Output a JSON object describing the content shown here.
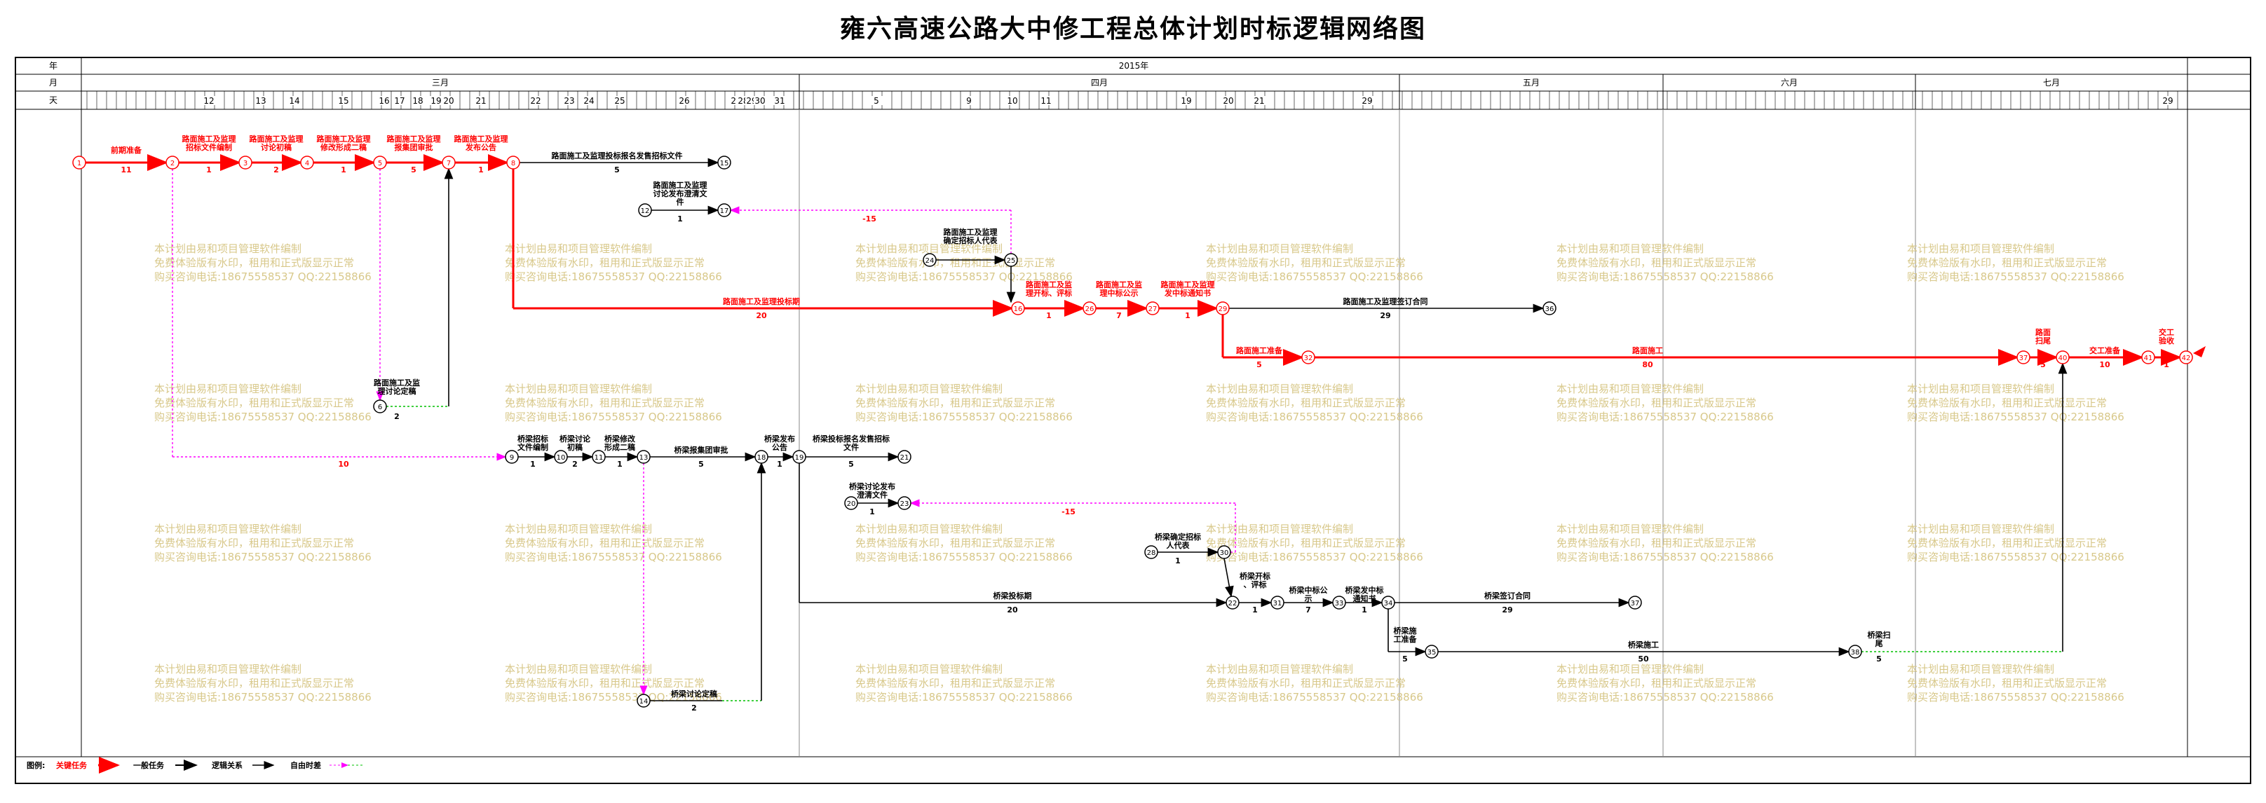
{
  "title": "雍六高速公路大中修工程总体计划时标逻辑网络图",
  "header": {
    "row_labels": [
      "年",
      "月",
      "天"
    ],
    "year": "2015年",
    "months": [
      "三月",
      "四月",
      "五月",
      "六月",
      "七月"
    ],
    "day_labels_major": [
      "12",
      "13",
      "14",
      "15",
      "16",
      "17",
      "18",
      "19",
      "20",
      "21",
      "22",
      "23",
      "24",
      "25",
      "26",
      "27",
      "28",
      "29",
      "30",
      "31",
      "5",
      "9",
      "10",
      "11",
      "19",
      "20",
      "21",
      "29",
      "29"
    ]
  },
  "legend": {
    "label": "图例:",
    "items": [
      "关键任务",
      "一般任务",
      "逻辑关系",
      "自由时差"
    ]
  },
  "watermark": [
    "本计划由易和项目管理软件编制",
    "免费体验版有水印，租用和正式版显示正常",
    "购买咨询电话:18675558537 QQ:22158866"
  ],
  "colors": {
    "critical": "#ff0000",
    "normal": "#000000",
    "logic": "#000000",
    "float_pink": "#ff00ff",
    "float_green": "#00c000"
  },
  "tasks": {
    "t1": {
      "name": "前期准备",
      "dur": "11"
    },
    "t2": {
      "name": "路面施工及监理招标文件编制",
      "dur": "1"
    },
    "t3": {
      "name": "路面施工及监理讨论初稿",
      "dur": "2"
    },
    "t4": {
      "name": "路面施工及监理修改形成二稿",
      "dur": "1"
    },
    "t5": {
      "name": "路面施工及监理报集团审批",
      "dur": "5"
    },
    "t6": {
      "name": "路面施工及监理发布公告",
      "dur": "1"
    },
    "t7": {
      "name": "路面施工及监理投标报名发售招标文件",
      "dur": "5"
    },
    "t8": {
      "name": "路面施工及监理讨论定稿",
      "dur": "2"
    },
    "t9": {
      "name": "路面施工及监理讨论发布澄清文件",
      "dur": "1"
    },
    "t10": {
      "name": "路面施工及监理确定招标人代表",
      "dur": ""
    },
    "t11": {
      "name": "路面施工及监理投标期",
      "dur": "20"
    },
    "t12": {
      "name": "路面施工及监理开标、评标",
      "dur": "1"
    },
    "t13": {
      "name": "路面施工及监理中标公示",
      "dur": "7"
    },
    "t14": {
      "name": "路面施工及监理发中标通知书",
      "dur": "1"
    },
    "t15": {
      "name": "路面施工及监理签订合同",
      "dur": "29"
    },
    "t16": {
      "name": "路面施工准备",
      "dur": "5"
    },
    "t17": {
      "name": "路面施工",
      "dur": "80"
    },
    "t18": {
      "name": "路面扫尾",
      "dur": "5"
    },
    "t19": {
      "name": "交工准备",
      "dur": "10"
    },
    "t20": {
      "name": "交工验收",
      "dur": "1"
    },
    "t21": {
      "name": "桥梁招标文件编制",
      "dur": "1"
    },
    "t22": {
      "name": "桥梁讨论初稿",
      "dur": "2"
    },
    "t23": {
      "name": "桥梁修改形成二稿",
      "dur": "1"
    },
    "t24": {
      "name": "桥梁报集团审批",
      "dur": "5"
    },
    "t25": {
      "name": "桥梁发布公告",
      "dur": "1"
    },
    "t26": {
      "name": "桥梁投标报名发售招标文件",
      "dur": "5"
    },
    "t27": {
      "name": "桥梁讨论定稿",
      "dur": "2"
    },
    "t28": {
      "name": "桥梁讨论发布澄清文件",
      "dur": "1"
    },
    "t29": {
      "name": "桥梁确定招标人代表",
      "dur": "1"
    },
    "t30": {
      "name": "桥梁投标期",
      "dur": "20"
    },
    "t31": {
      "name": "桥梁开标、评标",
      "dur": "1"
    },
    "t32": {
      "name": "桥梁中标公示",
      "dur": "7"
    },
    "t33": {
      "name": "桥梁发中标通知书",
      "dur": "1"
    },
    "t34": {
      "name": "桥梁签订合同",
      "dur": "29"
    },
    "t35": {
      "name": "桥梁施工准备",
      "dur": "5"
    },
    "t36": {
      "name": "桥梁施工",
      "dur": "50"
    },
    "t37": {
      "name": "桥梁扫尾",
      "dur": "5"
    }
  },
  "floats": {
    "f1": "-15",
    "f2": "10",
    "f3": "-15"
  }
}
